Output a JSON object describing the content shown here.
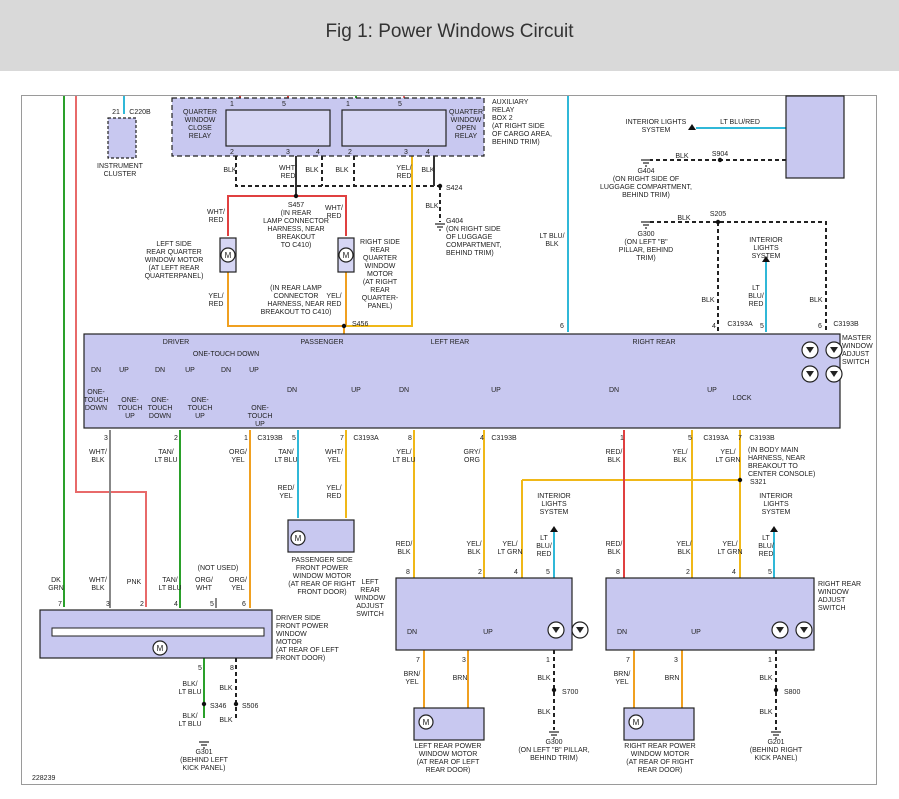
{
  "title": "Fig 1: Power Windows Circuit",
  "figure_id": "228239",
  "colors": {
    "blk": "#1a1a1a",
    "red": "#e04040",
    "yel": "#f0b818",
    "grn": "#2aa02a",
    "blu": "#30b8d8",
    "pnk": "#e86a6a",
    "org": "#f0a020",
    "box": "#c8c8f0"
  },
  "aux_relay": {
    "close_relay": [
      "QUARTER",
      "WINDOW",
      "CLOSE",
      "RELAY"
    ],
    "open_relay": [
      "QUARTER",
      "WINDOW",
      "OPEN",
      "RELAY"
    ],
    "box_label": [
      "AUXILIARY",
      "RELAY",
      "BOX 2",
      "(AT RIGHT SIDE",
      "OF CARGO AREA,",
      "BEHIND TRIM)"
    ],
    "pins": [
      "1",
      "5",
      "2",
      "3",
      "4",
      "1",
      "5",
      "2",
      "3",
      "4"
    ]
  },
  "instrument_cluster": {
    "label": [
      "INSTRUMENT",
      "CLUSTER"
    ],
    "connector": "C220B",
    "pin": "21"
  },
  "splices": {
    "s424": "S424",
    "s457": [
      "S457",
      "(IN REAR",
      "LAMP CONNECTOR",
      "HARNESS, NEAR",
      "BREAKOUT",
      "TO C410)"
    ],
    "s456": "S456",
    "s456_note": [
      "(IN REAR LAMP",
      "CONNECTOR",
      "HARNESS, NEAR",
      "BREAKOUT TO C410)"
    ],
    "s904": "S904",
    "s205": "S205",
    "s321": "S321",
    "s700": "S700",
    "s800": "S800",
    "s346": "S346",
    "s506": "S506"
  },
  "grounds": {
    "g404a": [
      "G404",
      "(ON RIGHT SIDE",
      "OF LUGGAGE",
      "COMPARTMENT,",
      "BEHIND TRIM)"
    ],
    "g404b": [
      "G404",
      "(ON RIGHT SIDE OF",
      "LUGGAGE COMPARTMENT,",
      "BEHIND TRIM)"
    ],
    "g300a": [
      "G300",
      "(ON LEFT \"B\"",
      "PILLAR, BEHIND",
      "TRIM)"
    ],
    "g300b": [
      "G300",
      "(ON LEFT \"B\" PILLAR,",
      "BEHIND TRIM)"
    ],
    "g301": [
      "G301",
      "(BEHIND LEFT",
      "KICK PANEL)"
    ],
    "g201": [
      "G201",
      "(BEHIND RIGHT",
      "KICK PANEL)"
    ]
  },
  "motors": {
    "left_quarter": [
      "LEFT SIDE",
      "REAR QUARTER",
      "WINDOW MOTOR",
      "(AT LEFT REAR",
      "QUARTERPANEL)"
    ],
    "right_quarter": [
      "RIGHT SIDE",
      "REAR",
      "QUARTER",
      "WINDOW",
      "MOTOR",
      "(AT RIGHT",
      "REAR",
      "QUARTER-",
      "PANEL)"
    ],
    "passenger_front": [
      "PASSENGER SIDE",
      "FRONT POWER",
      "WINDOW MOTOR",
      "(AT REAR OF RIGHT",
      "FRONT DOOR)"
    ],
    "driver_front": [
      "DRIVER SIDE",
      "FRONT POWER",
      "WINDOW",
      "MOTOR",
      "(AT REAR OF LEFT",
      "FRONT DOOR)"
    ],
    "left_rear": [
      "LEFT REAR POWER",
      "WINDOW MOTOR",
      "(AT REAR OF LEFT",
      "REAR DOOR)"
    ],
    "right_rear": [
      "RIGHT REAR POWER",
      "WINDOW MOTOR",
      "(AT REAR OF RIGHT",
      "REAR DOOR)"
    ]
  },
  "master_switch": {
    "label": [
      "MASTER",
      "WINDOW",
      "ADJUST",
      "SWITCH"
    ],
    "sections": [
      "DRIVER",
      "PASSENGER",
      "LEFT REAR",
      "RIGHT REAR"
    ],
    "one_touch_down": "ONE-TOUCH DOWN",
    "driver_labels": [
      "DN",
      "UP",
      "DN",
      "UP",
      "DN",
      "UP",
      "DN",
      "UP"
    ],
    "mode_labels": [
      [
        "ONE-",
        "TOUCH",
        "DOWN"
      ],
      [
        "ONE-",
        "TOUCH",
        "UP"
      ],
      [
        "ONE-",
        "TOUCH",
        "DOWN"
      ],
      [
        "ONE-",
        "TOUCH",
        "UP"
      ],
      [
        "ONE-",
        "TOUCH",
        "UP"
      ]
    ],
    "dn": "DN",
    "up": "UP",
    "lock": "LOCK",
    "top_pins": [
      "6",
      "4",
      "5",
      "6"
    ],
    "top_connectors": [
      "C3193A",
      "C3193B"
    ]
  },
  "rear_switches": {
    "left": [
      "LEFT",
      "REAR",
      "WINDOW",
      "ADJUST",
      "SWITCH"
    ],
    "right": [
      "RIGHT REAR",
      "WINDOW",
      "ADJUST",
      "SWITCH"
    ]
  },
  "interior_lights": [
    "INTERIOR",
    "LIGHTS",
    "SYSTEM"
  ],
  "interior_lights_top": [
    "INTERIOR LIGHTS",
    "SYSTEM"
  ],
  "c3193_note": [
    "(IN BODY MAIN",
    "HARNESS, NEAR",
    "BREAKOUT TO",
    "CENTER CONSOLE)"
  ],
  "not_used": "(NOT USED)",
  "wire_labels": {
    "blk": "BLK",
    "wht_red": [
      "WHT/",
      "RED"
    ],
    "yel_red": [
      "YEL/",
      "RED"
    ],
    "lt_blu_red": [
      "LT BLU/RED"
    ],
    "lt_blu_blk": [
      "LT BLU/",
      "BLK"
    ],
    "lt_blu_red_v": [
      "LT",
      "BLU/",
      "RED"
    ],
    "wht_blk": [
      "WHT/",
      "BLK"
    ],
    "tan_lt_blu": [
      "TAN/",
      "LT BLU"
    ],
    "org_yel": [
      "ORG/",
      "YEL"
    ],
    "red_yel": [
      "RED/",
      "YEL"
    ],
    "wht_yel": [
      "WHT/",
      "YEL"
    ],
    "yel_lt_blu": [
      "YEL/",
      "LT BLU"
    ],
    "gry_org": [
      "GRY/",
      "ORG"
    ],
    "red_blk": [
      "RED/",
      "BLK"
    ],
    "yel_blk": [
      "YEL/",
      "BLK"
    ],
    "yel_lt_grn": [
      "YEL/",
      "LT GRN"
    ],
    "dk_grn": [
      "DK",
      "GRN"
    ],
    "pnk": "PNK",
    "org_wht": [
      "ORG/",
      "WHT"
    ],
    "brn_yel": [
      "BRN/",
      "YEL"
    ],
    "brn": "BRN",
    "blk_lt_blu": [
      "BLK/",
      "LT BLU"
    ]
  }
}
